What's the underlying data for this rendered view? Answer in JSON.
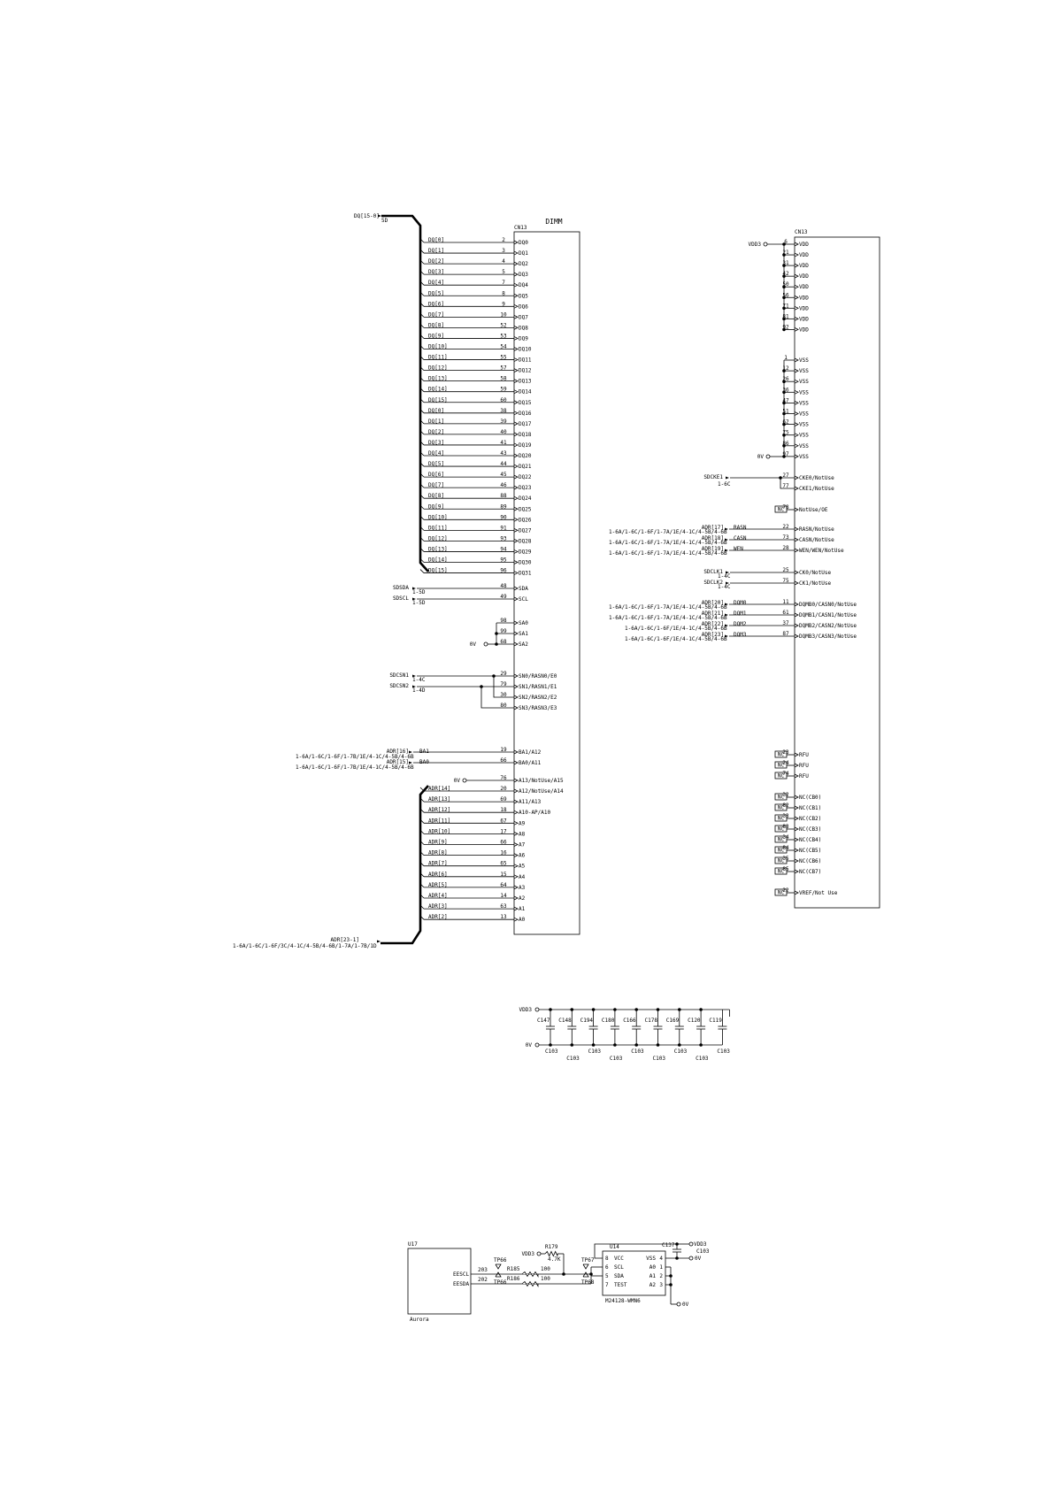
{
  "dimm_title": "DIMM",
  "cn13_a": {
    "ref": "CN13",
    "dq_bus_label": "DQ[15-0]",
    "dq_bus_page": "5D",
    "dq_rows": [
      {
        "net": "DQ[0]",
        "pin": "2",
        "name": "DQ0"
      },
      {
        "net": "DQ[1]",
        "pin": "3",
        "name": "DQ1"
      },
      {
        "net": "DQ[2]",
        "pin": "4",
        "name": "DQ2"
      },
      {
        "net": "DQ[3]",
        "pin": "5",
        "name": "DQ3"
      },
      {
        "net": "DQ[4]",
        "pin": "7",
        "name": "DQ4"
      },
      {
        "net": "DQ[5]",
        "pin": "8",
        "name": "DQ5"
      },
      {
        "net": "DQ[6]",
        "pin": "9",
        "name": "DQ6"
      },
      {
        "net": "DQ[7]",
        "pin": "10",
        "name": "DQ7"
      },
      {
        "net": "DQ[8]",
        "pin": "52",
        "name": "DQ8"
      },
      {
        "net": "DQ[9]",
        "pin": "53",
        "name": "DQ9"
      },
      {
        "net": "DQ[10]",
        "pin": "54",
        "name": "DQ10"
      },
      {
        "net": "DQ[11]",
        "pin": "55",
        "name": "DQ11"
      },
      {
        "net": "DQ[12]",
        "pin": "57",
        "name": "DQ12"
      },
      {
        "net": "DQ[13]",
        "pin": "58",
        "name": "DQ13"
      },
      {
        "net": "DQ[14]",
        "pin": "59",
        "name": "DQ14"
      },
      {
        "net": "DQ[15]",
        "pin": "60",
        "name": "DQ15"
      },
      {
        "net": "DQ[0]",
        "pin": "38",
        "name": "DQ16"
      },
      {
        "net": "DQ[1]",
        "pin": "39",
        "name": "DQ17"
      },
      {
        "net": "DQ[2]",
        "pin": "40",
        "name": "DQ18"
      },
      {
        "net": "DQ[3]",
        "pin": "41",
        "name": "DQ19"
      },
      {
        "net": "DQ[4]",
        "pin": "43",
        "name": "DQ20"
      },
      {
        "net": "DQ[5]",
        "pin": "44",
        "name": "DQ21"
      },
      {
        "net": "DQ[6]",
        "pin": "45",
        "name": "DQ22"
      },
      {
        "net": "DQ[7]",
        "pin": "46",
        "name": "DQ23"
      },
      {
        "net": "DQ[8]",
        "pin": "88",
        "name": "DQ24"
      },
      {
        "net": "DQ[9]",
        "pin": "89",
        "name": "DQ25"
      },
      {
        "net": "DQ[10]",
        "pin": "90",
        "name": "DQ26"
      },
      {
        "net": "DQ[11]",
        "pin": "91",
        "name": "DQ27"
      },
      {
        "net": "DQ[12]",
        "pin": "93",
        "name": "DQ28"
      },
      {
        "net": "DQ[13]",
        "pin": "94",
        "name": "DQ29"
      },
      {
        "net": "DQ[14]",
        "pin": "95",
        "name": "DQ30"
      },
      {
        "net": "DQ[15]",
        "pin": "96",
        "name": "DQ31"
      }
    ],
    "serial": [
      {
        "net": "SDSDA",
        "page": "1-5D",
        "pin": "48",
        "name": "SDA"
      },
      {
        "net": "SDSCL",
        "page": "1-5D",
        "pin": "49",
        "name": "SCL"
      }
    ],
    "sa": [
      {
        "pin": "98",
        "name": "SA0"
      },
      {
        "pin": "99",
        "name": "SA1"
      },
      {
        "pin": "68",
        "name": "SA2"
      }
    ],
    "sa_gnd": "0V",
    "sn": [
      {
        "pin": "29",
        "name": "SN0/RASN0/E0"
      },
      {
        "pin": "79",
        "name": "SN1/RASN1/E1"
      },
      {
        "pin": "30",
        "name": "SN2/RASN2/E2"
      },
      {
        "pin": "80",
        "name": "SN3/RASN3/E3"
      }
    ],
    "sdcs": [
      {
        "net": "SDCSN1",
        "page": "1-4C"
      },
      {
        "net": "SDCSN2",
        "page": "1-4D"
      }
    ],
    "ba": [
      {
        "net": "ADR[16]",
        "sig": "BA1",
        "pages": "1-6A/1-6C/1-6F/1-7B/1E/4-1C/4-5B/4-6B",
        "pin": "19",
        "name": "BA1/A12"
      },
      {
        "net": "ADR[15]",
        "sig": "BA0",
        "pages": "1-6A/1-6C/1-6F/1-7B/1E/4-1C/4-5B/4-6B",
        "pin": "66",
        "name": "BA0/A11"
      }
    ],
    "a13_gnd": "0V",
    "addr_top": {
      "pin": "76",
      "name": "A13/NotUse/A15"
    },
    "addr_rows": [
      {
        "net": "ADR[14]",
        "pin": "20",
        "name": "A12/NotUse/A14"
      },
      {
        "net": "ADR[13]",
        "pin": "69",
        "name": "A11/A13"
      },
      {
        "net": "ADR[12]",
        "pin": "18",
        "name": "A10-AP/A10"
      },
      {
        "net": "ADR[11]",
        "pin": "67",
        "name": "A9"
      },
      {
        "net": "ADR[10]",
        "pin": "17",
        "name": "A8"
      },
      {
        "net": "ADR[9]",
        "pin": "66",
        "name": "A7"
      },
      {
        "net": "ADR[8]",
        "pin": "16",
        "name": "A6"
      },
      {
        "net": "ADR[7]",
        "pin": "65",
        "name": "A5"
      },
      {
        "net": "ADR[6]",
        "pin": "15",
        "name": "A4"
      },
      {
        "net": "ADR[5]",
        "pin": "64",
        "name": "A3"
      },
      {
        "net": "ADR[4]",
        "pin": "14",
        "name": "A2"
      },
      {
        "net": "ADR[3]",
        "pin": "63",
        "name": "A1"
      },
      {
        "net": "ADR[2]",
        "pin": "13",
        "name": "A0"
      }
    ],
    "adr_bus_label": "ADR[23-1]",
    "adr_bus_pages": "1-6A/1-6C/1-6F/3C/4-1C/4-5B/4-6B/1-7A/1-7B/1D"
  },
  "cn13_b": {
    "ref": "CN13",
    "vdd_net": "VDD3",
    "vdd_pins": [
      {
        "pin": "6",
        "name": "VDD"
      },
      {
        "pin": "21",
        "name": "VDD"
      },
      {
        "pin": "31",
        "name": "VDD"
      },
      {
        "pin": "42",
        "name": "VDD"
      },
      {
        "pin": "50",
        "name": "VDD"
      },
      {
        "pin": "56",
        "name": "VDD"
      },
      {
        "pin": "71",
        "name": "VDD"
      },
      {
        "pin": "81",
        "name": "VDD"
      },
      {
        "pin": "92",
        "name": "VDD"
      }
    ],
    "vss_net": "0V",
    "vss_pins": [
      {
        "pin": "1",
        "name": "VSS"
      },
      {
        "pin": "12",
        "name": "VSS"
      },
      {
        "pin": "26",
        "name": "VSS"
      },
      {
        "pin": "36",
        "name": "VSS"
      },
      {
        "pin": "47",
        "name": "VSS"
      },
      {
        "pin": "51",
        "name": "VSS"
      },
      {
        "pin": "62",
        "name": "VSS"
      },
      {
        "pin": "75",
        "name": "VSS"
      },
      {
        "pin": "86",
        "name": "VSS"
      },
      {
        "pin": "97",
        "name": "VSS"
      }
    ],
    "cke_net": "SDCKE1",
    "cke_page": "1-6C",
    "cke_pins": [
      {
        "pin": "27",
        "name": "CKE0/NotUse"
      },
      {
        "pin": "77",
        "name": "CKE1/NotUse"
      }
    ],
    "nc_label": "NC",
    "oe_pin": {
      "pin": "78",
      "name": "NotUse/OE"
    },
    "ctrl": [
      {
        "net": "ADR[17]",
        "sig": "RASN",
        "pages": "1-6A/1-6C/1-6F/1-7A/1E/4-1C/4-5B/4-6B",
        "pin": "22",
        "name": "RASN/NotUse"
      },
      {
        "net": "ADR[18]",
        "sig": "CASN",
        "pages": "1-6A/1-6C/1-6F/1-7A/1E/4-1C/4-5B/4-6B",
        "pin": "73",
        "name": "CASN/NotUse"
      },
      {
        "net": "ADR[19]",
        "sig": "WEN",
        "pages": "1-6A/1-6C/1-6F/1-7A/1E/4-1C/4-5B/4-6B",
        "pin": "28",
        "name": "WEN/WEN/NotUse"
      }
    ],
    "clk": [
      {
        "net": "SDCLK1",
        "page": "1-4C",
        "pin": "25",
        "name": "CK0/NotUse"
      },
      {
        "net": "SDCLK2",
        "page": "1-4C",
        "pin": "75",
        "name": "CK1/NotUse"
      }
    ],
    "dqm": [
      {
        "net": "ADR[20]",
        "sig": "DQM0",
        "pages": "1-6A/1-6C/1-6F/1-7A/1E/4-1C/4-5B/4-6B",
        "pin": "11",
        "name": "DQMB0/CASN0/NotUse"
      },
      {
        "net": "ADR[21]",
        "sig": "DQM1",
        "pages": "1-6A/1-6C/1-6F/1-7A/1E/4-1C/4-5B/4-6B",
        "pin": "61",
        "name": "DQMB1/CASN1/NotUse"
      },
      {
        "net": "ADR[22]",
        "sig": "DQM2",
        "pages": "1-6A/1-6C/1-6F/1E/4-1C/4-5B/4-6B",
        "pin": "37",
        "name": "DQMB2/CASN2/NotUse"
      },
      {
        "net": "ADR[23]",
        "sig": "DQM3",
        "pages": "1-6A/1-6C/1-6F/1E/4-1C/4-5B/4-6B",
        "pin": "87",
        "name": "DQMB3/CASN3/NotUse"
      }
    ],
    "rfu": [
      {
        "pin": "23",
        "name": "RFU"
      },
      {
        "pin": "24",
        "name": "RFU"
      },
      {
        "pin": "74",
        "name": "RFU"
      }
    ],
    "ncpins": [
      {
        "pin": "32",
        "name": "NC(CB0)"
      },
      {
        "pin": "82",
        "name": "NC(CB1)"
      },
      {
        "pin": "33",
        "name": "NC(CB2)"
      },
      {
        "pin": "83",
        "name": "NC(CB3)"
      },
      {
        "pin": "34",
        "name": "NC(CB4)"
      },
      {
        "pin": "84",
        "name": "NC(CB5)"
      },
      {
        "pin": "35",
        "name": "NC(CB6)"
      },
      {
        "pin": "85",
        "name": "NC(CB7)"
      }
    ],
    "vref": {
      "pin": "22",
      "name": "VREF/Not Use"
    }
  },
  "caps": {
    "vdd": "VDD3",
    "gnd": "0V",
    "refs": [
      "C147",
      "C148",
      "C194",
      "C180",
      "C166",
      "C178",
      "C169",
      "C120",
      "C119"
    ],
    "values": [
      "C103",
      "C103",
      "C103",
      "C103",
      "C103",
      "C103",
      "C103",
      "C103",
      "C103"
    ]
  },
  "eeprom": {
    "u17_ref": "U17",
    "u17_name": "Aurora",
    "u17_pins": [
      "EESCL",
      "EESDA"
    ],
    "net_a": "203",
    "net_b": "202",
    "tp_a": "TP66",
    "tp_b": "TP66",
    "tp_c": "TP67",
    "tp_d": "TP68",
    "r_a": "R185",
    "r_a_val": "100",
    "r_b": "R186",
    "r_b_val": "100",
    "pullup": "R179",
    "pullup_val": "4.7K",
    "vdd": "VDD3",
    "u14_ref": "U14",
    "u14_left": [
      {
        "pin": "8",
        "name": "VCC"
      },
      {
        "pin": "6",
        "name": "SCL"
      },
      {
        "pin": "5",
        "name": "SDA"
      },
      {
        "pin": "7",
        "name": "TEST"
      }
    ],
    "u14_right": [
      {
        "pin": "4",
        "name": "VSS"
      },
      {
        "pin": "1",
        "name": "A0"
      },
      {
        "pin": "2",
        "name": "A1"
      },
      {
        "pin": "3",
        "name": "A2"
      }
    ],
    "u14_part": "M24128-WMN6",
    "cap_ref": "C137",
    "cap_val": "C103",
    "cap_vdd": "VDD3",
    "gnd1": "0V",
    "gnd2": "0V"
  }
}
